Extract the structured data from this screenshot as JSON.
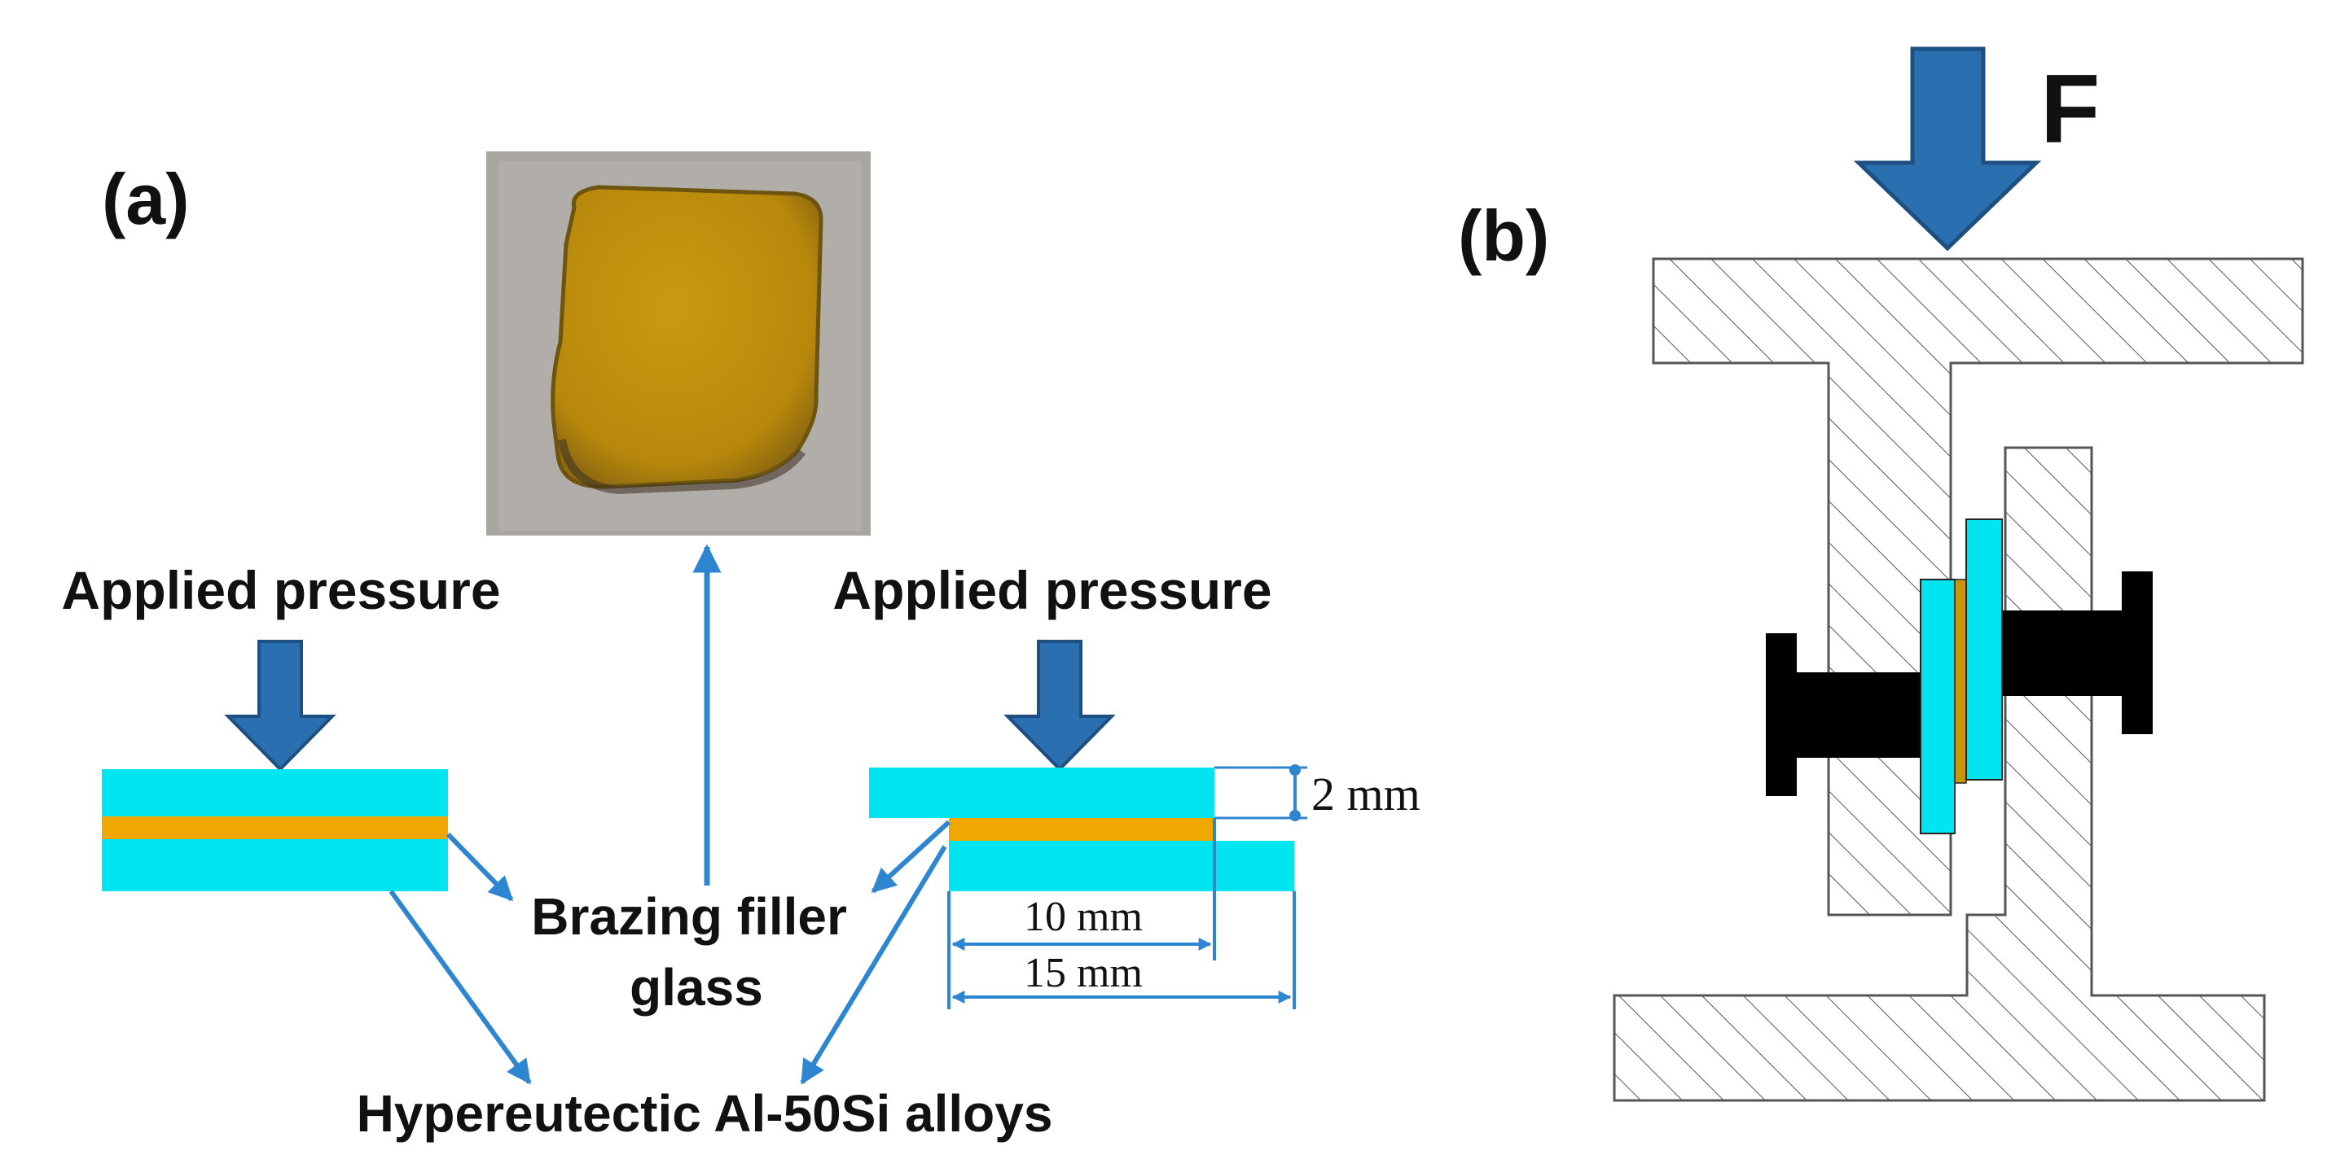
{
  "panel_a": {
    "label": "(a)",
    "applied_pressure_left": "Applied pressure",
    "applied_pressure_right": "Applied pressure",
    "brazing_line1": "Brazing filler",
    "brazing_line2": "glass",
    "alloy_label": "Hypereutectic Al-50Si alloys",
    "dim_thickness": "2 mm",
    "dim_overlap": "10 mm",
    "dim_length": "15 mm"
  },
  "panel_b": {
    "label": "(b)",
    "force_label": "F"
  },
  "colors": {
    "alloy_plate": "#00e5f0",
    "filler_glass": "#f0a800",
    "pressure_arrow": "#2a6fb0",
    "pointer_arrow": "#2f86d0",
    "sample_glass": "#c8960a",
    "bolt": "#000000",
    "fixture_hatch": "#555555"
  }
}
